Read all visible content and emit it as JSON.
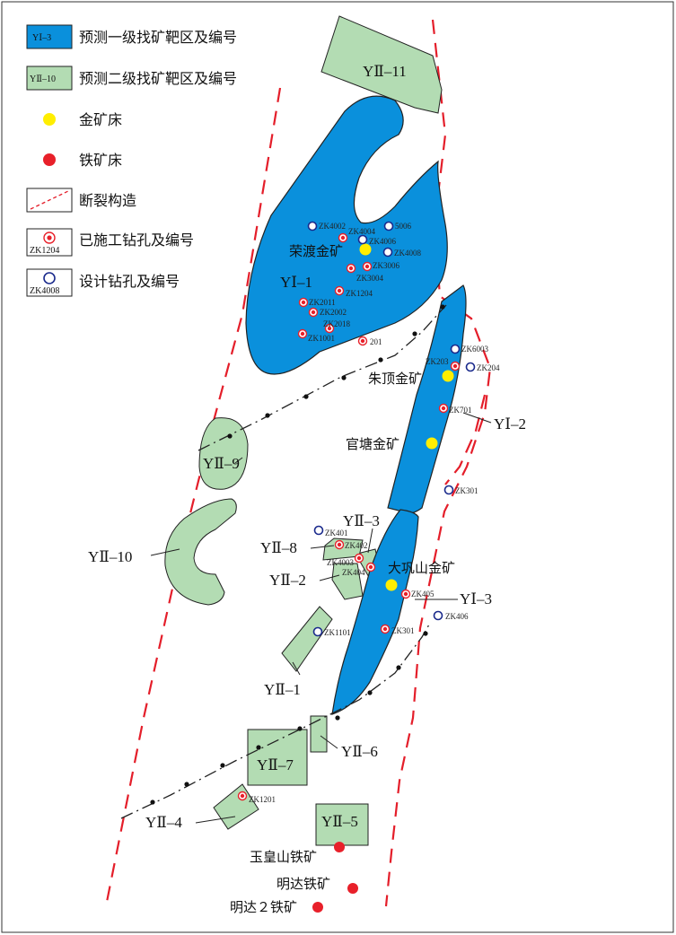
{
  "colors": {
    "first_level_fill": "#0a90dc",
    "second_level_fill": "#b3dcb3",
    "gold": "#ffee00",
    "iron": "#e8202a",
    "fault": "#e41e2a",
    "drill_designed": "#1a2a8c",
    "drill_completed": "#e8202a"
  },
  "legend": [
    {
      "swatch": "first_level_box",
      "swatch_text": "YⅠ–3",
      "label": "预测一级找矿靶区及编号"
    },
    {
      "swatch": "second_level_box",
      "swatch_text": "YⅡ–10",
      "label": "预测二级找矿靶区及编号"
    },
    {
      "swatch": "gold-dot",
      "label": "金矿床"
    },
    {
      "swatch": "iron-dot",
      "label": "铁矿床"
    },
    {
      "swatch": "fault-line",
      "label": "断裂构造"
    },
    {
      "swatch": "completed-drill",
      "swatch_text": "ZK1204",
      "label": "已施工钻孔及编号"
    },
    {
      "swatch": "designed-drill",
      "swatch_text": "ZK4008",
      "label": "设计钻孔及编号"
    }
  ],
  "zones": {
    "y1_1": "YⅠ–1",
    "y1_2": "YⅠ–2",
    "y1_3": "YⅠ–3",
    "y2_1": "YⅡ–1",
    "y2_2": "YⅡ–2",
    "y2_3": "YⅡ–3",
    "y2_4": "YⅡ–4",
    "y2_5": "YⅡ–5",
    "y2_6": "YⅡ–6",
    "y2_7": "YⅡ–7",
    "y2_8": "YⅡ–8",
    "y2_9": "YⅡ–9",
    "y2_10": "YⅡ–10",
    "y2_11": "YⅡ–11"
  },
  "mines": {
    "rongdu": "荣渡金矿",
    "zhuding": "朱顶金矿",
    "guantang": "官塘金矿",
    "dagongshan": "大巩山金矿",
    "yuhuangshan": "玉皇山铁矿",
    "mingda": "明达铁矿",
    "mingda2": "明达２铁矿"
  },
  "drills": {
    "zk4002": "ZK4002",
    "zk4004": "ZK4004",
    "d5006": "5006",
    "zk4006": "ZK4006",
    "zk4008": "ZK4008",
    "zk3006": "ZK3006",
    "zk3004": "ZK3004",
    "zk1204": "ZK1204",
    "zk2011": "ZK2011",
    "zk2002": "ZK2002",
    "zk2018": "ZK2018",
    "zk1001": "ZK1001",
    "d201": "201",
    "zk6003": "ZK6003",
    "zk203": "ZK203",
    "zk204": "ZK204",
    "zk701": "ZK701",
    "zk301a": "ZK301",
    "zk401": "ZK401",
    "zk402": "ZK402",
    "zk4003": "ZK4003",
    "zk404": "ZK404",
    "zk405": "ZK405",
    "zk406": "ZK406",
    "zk1101": "ZK1101",
    "zk301b": "ZK301",
    "zk1201": "ZK1201"
  }
}
